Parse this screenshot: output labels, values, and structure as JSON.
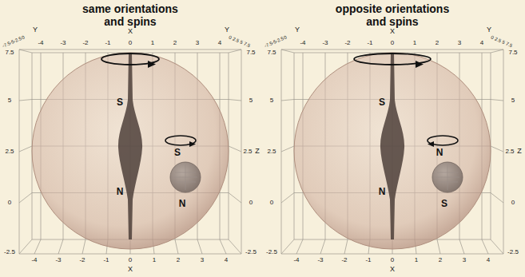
{
  "diagram": {
    "labels": [
      "same orientations and spins",
      "Y",
      "X",
      "Y",
      "-4",
      "-3",
      "-2",
      "-1",
      "0",
      "1",
      "2",
      "3",
      "4",
      "-7.5",
      "-5",
      "-2.5",
      "0",
      "0",
      "2.5",
      "5",
      "7.5",
      "7.5",
      "7.5",
      "5",
      "5",
      "2.5",
      "2.5",
      "Z",
      "0",
      "0",
      "-2.5",
      "-2.5",
      "-4",
      "-3",
      "-2",
      "-1",
      "0",
      "1",
      "2",
      "3",
      "4",
      "X",
      "S",
      "N",
      "S",
      "N",
      "opposite orientations and spins",
      "Y",
      "X",
      "Y",
      "-4",
      "-3",
      "-2",
      "-1",
      "0",
      "1",
      "2",
      "3",
      "4",
      "-7.5",
      "-5",
      "-2.5",
      "0",
      "0",
      "2.5",
      "5",
      "7.5",
      "7.5",
      "7.5",
      "5",
      "5",
      "2.5",
      "2.5",
      "Z",
      "0",
      "0",
      "-2.5",
      "-2.5",
      "-4",
      "-3",
      "-2",
      "-1",
      "0",
      "1",
      "2",
      "3",
      "4",
      "X",
      "S",
      "N",
      "N",
      "S"
    ]
  }
}
